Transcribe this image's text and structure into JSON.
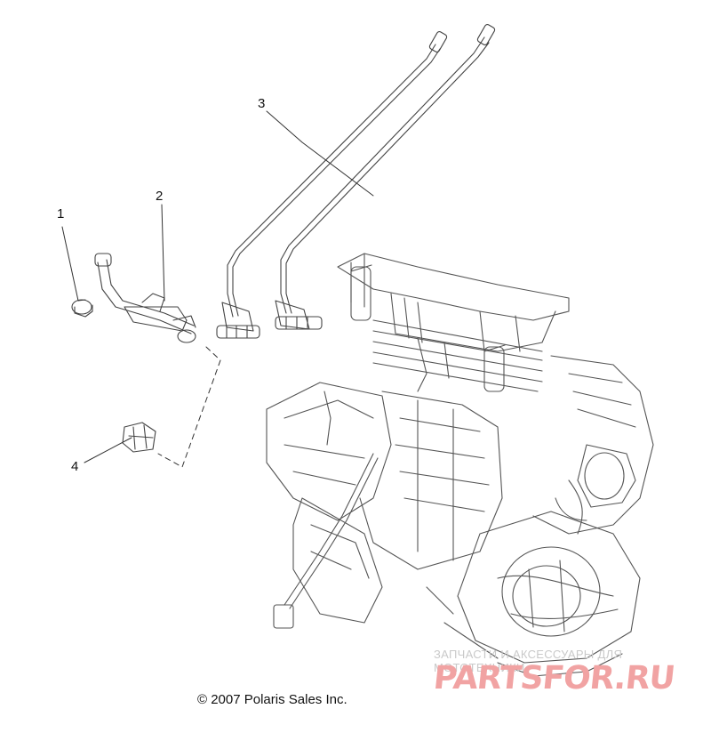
{
  "callouts": {
    "c1": "1",
    "c2": "2",
    "c3": "3",
    "c4": "4"
  },
  "footer": {
    "copyright": "© 2007 Polaris Sales Inc."
  },
  "watermark": {
    "caption": "ЗАПЧАСТИ И АКСЕССУАРЫ ДЛЯ МОТОТЕХНИКИ",
    "logo": "PARTSFOR.RU"
  },
  "colors": {
    "line": "#444444",
    "watermark_logo": "#f1a3a3",
    "watermark_text": "#c9c9c9"
  }
}
